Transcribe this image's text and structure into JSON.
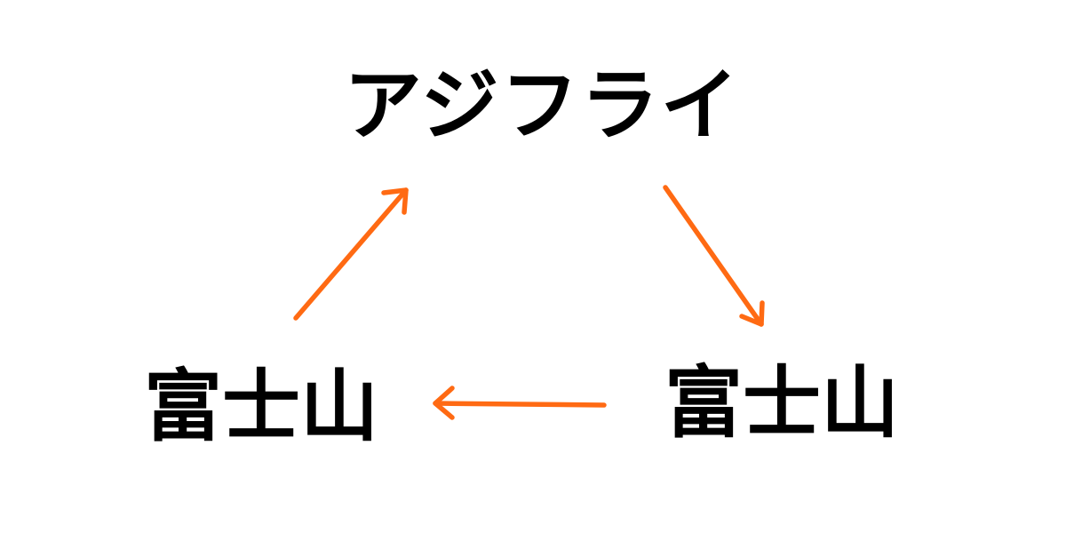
{
  "diagram": {
    "nodes": {
      "top": "アジフライ",
      "left": "富士山",
      "right": "富士山"
    },
    "edges": [
      {
        "from": "left",
        "to": "top"
      },
      {
        "from": "top",
        "to": "right"
      },
      {
        "from": "right",
        "to": "left"
      }
    ],
    "colors": {
      "text": "#000000",
      "arrow": "#FF6A13",
      "background": "#FFFFFF"
    }
  }
}
